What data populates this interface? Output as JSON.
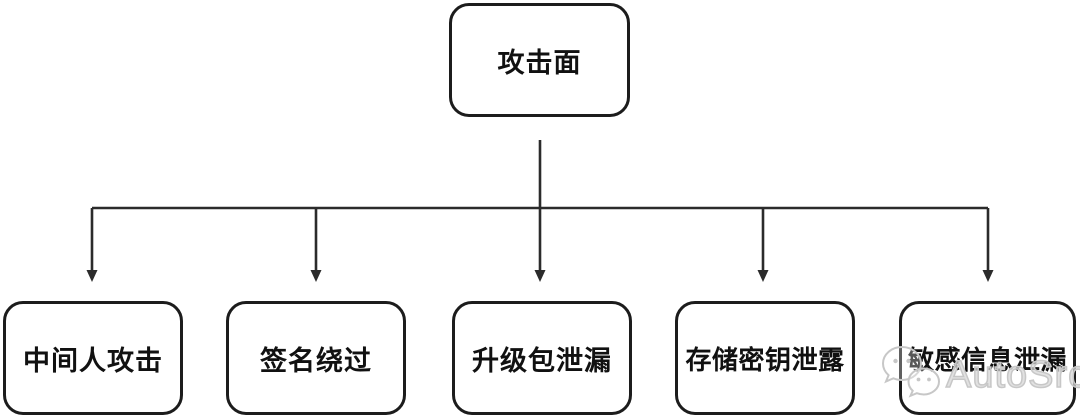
{
  "diagram": {
    "type": "tree",
    "root": {
      "label": "攻击面"
    },
    "children": [
      {
        "label": "中间人攻击"
      },
      {
        "label": "签名绕过"
      },
      {
        "label": "升级包泄漏"
      },
      {
        "label": "存储密钥泄露"
      },
      {
        "label": "敏感信息泄漏"
      }
    ],
    "edges": [
      {
        "from": "攻击面",
        "to": "中间人攻击"
      },
      {
        "from": "攻击面",
        "to": "签名绕过"
      },
      {
        "from": "攻击面",
        "to": "升级包泄漏"
      },
      {
        "from": "攻击面",
        "to": "存储密钥泄露"
      },
      {
        "from": "攻击面",
        "to": "敏感信息泄漏"
      }
    ]
  },
  "watermark": {
    "text": "AutoSrc",
    "logo": "wechat-bubbles-icon"
  },
  "colors": {
    "background": "#ffffff",
    "box_fill": "#ffffff",
    "box_border": "#1c1c1c",
    "text": "#111111",
    "connector": "#2b2b2b",
    "watermark": "#c7c7c7"
  }
}
